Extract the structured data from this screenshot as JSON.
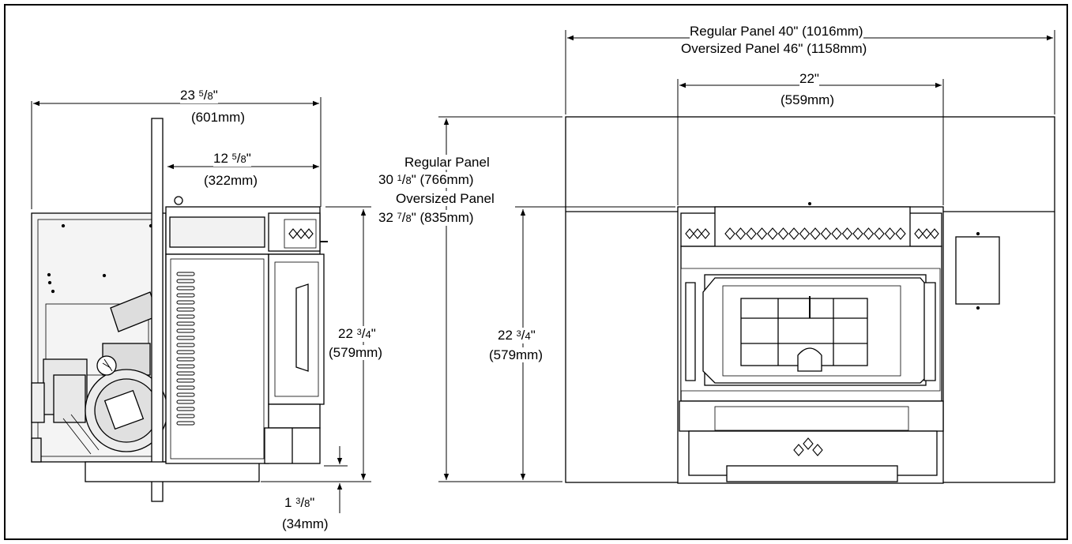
{
  "side_view": {
    "overall_depth": {
      "whole": "23",
      "num": "5",
      "den": "8",
      "mm": "(601mm)"
    },
    "insert_depth": {
      "whole": "12",
      "num": "5",
      "den": "8",
      "mm": "(322mm)"
    },
    "height": {
      "whole": "22",
      "num": "3",
      "den": "4",
      "mm": "(579mm)"
    },
    "base_height": {
      "whole": "1",
      "num": "3",
      "den": "8",
      "mm": "(34mm)"
    }
  },
  "front_view": {
    "panel_width_regular": "Regular Panel 40\" (1016mm)",
    "panel_width_oversized": "Oversized Panel 46\" (1158mm)",
    "insert_width": {
      "value": "22\"",
      "mm": "(559mm)"
    },
    "panel_height_regular_label": "Regular Panel",
    "panel_height_regular": {
      "whole": "30",
      "num": "1",
      "den": "8",
      "mm": "(766mm)"
    },
    "panel_height_oversized_label": "Oversized Panel",
    "panel_height_oversized": {
      "whole": "32",
      "num": "7",
      "den": "8",
      "mm": "(835mm)"
    },
    "height": {
      "whole": "22",
      "num": "3",
      "den": "4",
      "mm": "(579mm)"
    }
  }
}
